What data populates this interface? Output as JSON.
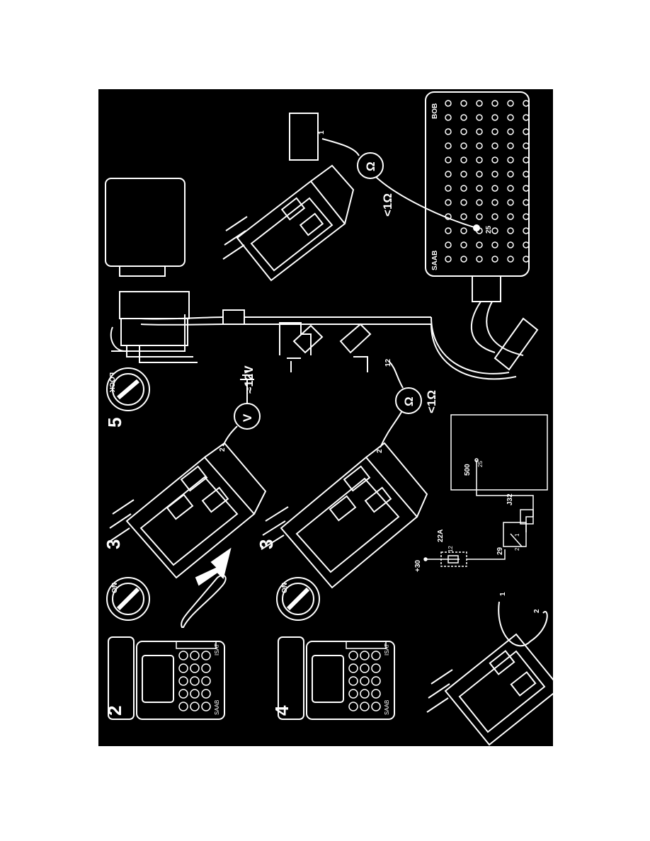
{
  "steps": {
    "s2": "2",
    "s4": "4",
    "s3a": "3",
    "s3b": "3",
    "s5": "5"
  },
  "switch_labels": {
    "on_a": "ON",
    "on_b": "ON",
    "lock": "LOCK"
  },
  "tester": {
    "brand_a": "SAAB",
    "model_a": "ISAT",
    "brand_b": "SAAB",
    "model_b": "ISAT"
  },
  "measurements": {
    "voltage_symbol": "V",
    "voltage_value": "≈12V",
    "ohm_symbol_a": "Ω",
    "ohm_value_a": "<1Ω",
    "ohm_symbol_b": "Ω",
    "ohm_value_b": "<1Ω"
  },
  "pins": {
    "p1_top": "1",
    "p2_volt": "2",
    "p2_ohm": "2",
    "p12": "12",
    "p1_bottom": "1",
    "p2_bottom": "2",
    "p25_bob": "25"
  },
  "bob_box": {
    "brand": "SAAB",
    "name": "BOB"
  },
  "wiring": {
    "supply": "+30",
    "fuse_no": "12",
    "fuse_rating": "22A",
    "wire_29": "29",
    "ctrl_module": "500",
    "ctrl_pin": "25",
    "connector": "J32",
    "sw_1": "1",
    "sw_2": "2"
  },
  "colors": {
    "background": "#000000",
    "lines": "#ffffff",
    "page": "#ffffff"
  }
}
